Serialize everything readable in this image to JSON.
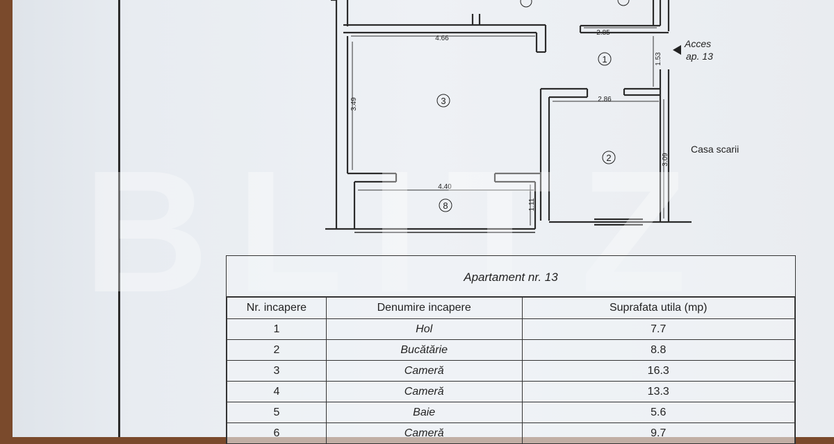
{
  "plan": {
    "room_markers": [
      "1",
      "2",
      "3",
      "8"
    ],
    "dimensions": [
      "4.66",
      "2.85",
      "1.53",
      "2.86",
      "3.49",
      "3.09",
      "4.40",
      "1.11"
    ],
    "access_label_line1": "Acces",
    "access_label_line2": "ap. 13",
    "stairwell_label": "Casa scarii"
  },
  "watermark": "BLITZ",
  "table": {
    "title": "Apartament nr. 13",
    "headers": [
      "Nr. incapere",
      "Denumire incapere",
      "Suprafata utila (mp)"
    ],
    "rows": [
      [
        "1",
        "Hol",
        "7.7"
      ],
      [
        "2",
        "Bucătărie",
        "8.8"
      ],
      [
        "3",
        "Cameră",
        "16.3"
      ],
      [
        "4",
        "Cameră",
        "13.3"
      ],
      [
        "5",
        "Baie",
        "5.6"
      ],
      [
        "6",
        "Cameră",
        "9.7"
      ]
    ]
  }
}
